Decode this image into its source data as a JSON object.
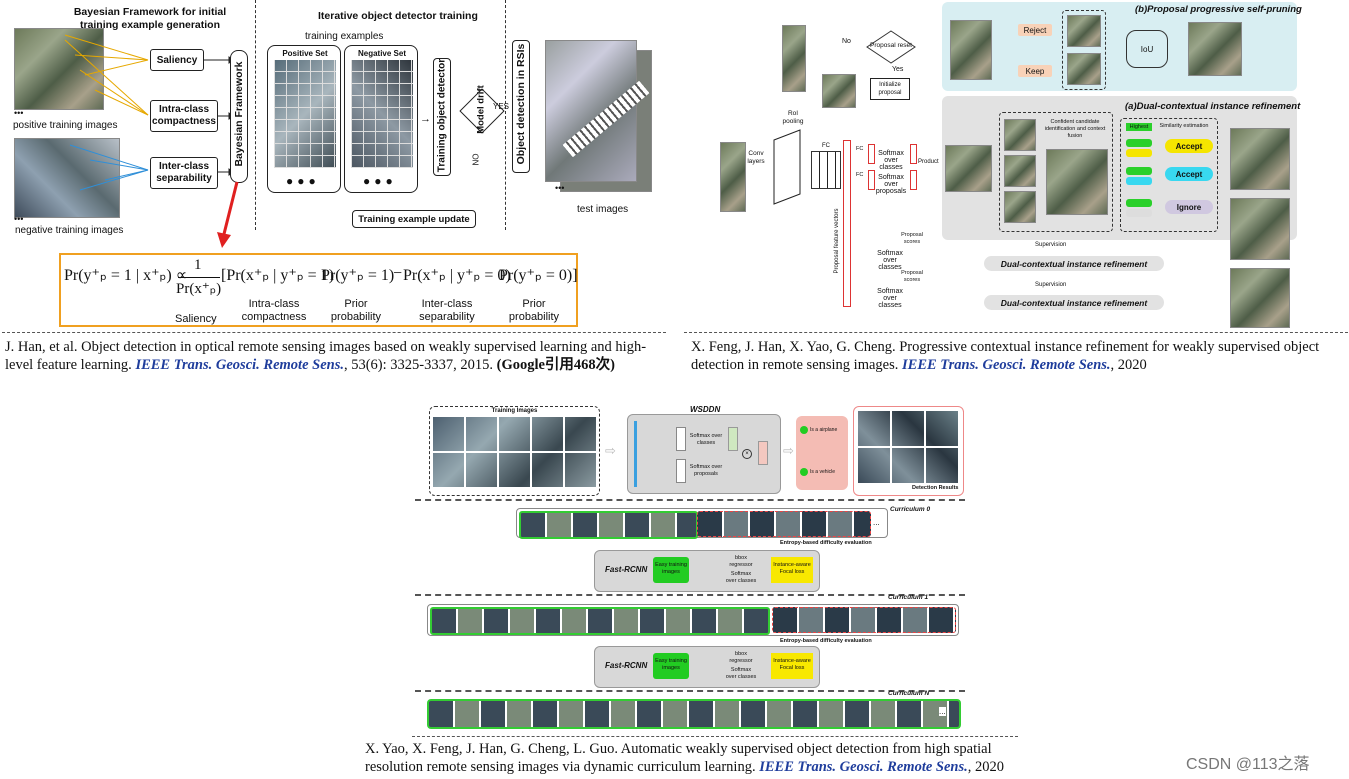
{
  "panel1": {
    "title_left": "Bayesian Framework for initial training example generation",
    "title_mid": "Iterative object detector training",
    "positive_training": "positive training images",
    "negative_training": "negative training images",
    "saliency": "Saliency",
    "intra_class": "Intra-class compactness",
    "inter_class": "Inter-class separability",
    "bayesian_framework": "Bayesian Framework",
    "training_examples": "training examples",
    "positive_set": "Positive Set",
    "negative_set": "Negative Set",
    "training_object_detector": "Training object detector",
    "model_drift": "Model drift",
    "yes": "YES",
    "no": "NO",
    "object_detection_rsis": "Object detection in RSIs",
    "training_update": "Training example update",
    "test_images": "test images",
    "formula": {
      "lhs": "Pr(y⁺ₚ = 1 | x⁺ₚ) ∝",
      "frac_num": "1",
      "frac_den": "Pr(x⁺ₚ)",
      "term1": "[Pr(x⁺ₚ | y⁺ₚ = 1)",
      "term2": "Pr(y⁺ₚ = 1)",
      "minus": "−",
      "term3": "Pr(x⁺ₚ | y⁺ₚ = 0)",
      "term4": "Pr(y⁺ₚ = 0)]",
      "lbl_saliency": "Saliency",
      "lbl_intra": "Intra-class compactness",
      "lbl_prior1": "Prior probability",
      "lbl_inter": "Inter-class separability",
      "lbl_prior2": "Prior probability"
    },
    "caption_a": "J. Han, et al. Object detection in optical remote sensing images based on weakly supervised learning and high-level feature learning. ",
    "caption_journal": "IEEE Trans. Geosci. Remote Sens.",
    "caption_b": ", 53(6): 3325-3337, 2015. ",
    "caption_c": "(Google引用468次)"
  },
  "panel2": {
    "title_b": "(b)Proposal progressive self-pruning",
    "title_a": "(a)Dual-contextual instance refinement",
    "no": "No",
    "yes": "Yes",
    "proposal_reset": "Proposal reset",
    "initialize_proposal": "Initialize proposal",
    "reject": "Reject",
    "keep": "Keep",
    "iou": "IoU",
    "roi_pooling": "RoI pooling",
    "conv_layers": "Conv layers",
    "fc": "FC",
    "fc_c": "FC",
    "fc_d": "FC",
    "softmax_classes": "Softmax over classes",
    "softmax_proposals": "Softmax over proposals",
    "product": "Product",
    "confident": "Confident candidate identification and context fusion",
    "highest": "Highest",
    "similarity": "Similarity estimation",
    "accept1": "Accept",
    "accept2": "Accept",
    "ignore": "Ignore",
    "proposal_feature_vectors": "Proposal feature vectors",
    "proposal_scores": "Proposal scores",
    "supervision": "Supervision",
    "dcir1": "Dual-contextual instance refinement",
    "dcir2": "Dual-contextual instance refinement",
    "caption_a": "X. Feng, J. Han, X. Yao, G. Cheng. Progressive contextual instance refinement for weakly supervised object detection in remote sensing images. ",
    "caption_journal": "IEEE Trans. Geosci. Remote Sens.",
    "caption_b": ", 2020"
  },
  "panel3": {
    "training_images": "Training Images",
    "wsddn": "WSDDN",
    "softmax_classes": "Softmax over classes",
    "softmax_proposals": "Softmax over proposals",
    "is_airplane": "Is a airplane",
    "is_vehicle": "Is a vehicle",
    "detection_results": "Detection Results",
    "curriculum0": "Curriculum 0",
    "curriculum1": "Curriculum 1",
    "curriculumN": "Curriculum N",
    "entropy": "Entropy-based difficulty evaluation",
    "fast_rcnn": "Fast-RCNN",
    "easy_training": "Easy training images",
    "bbox_regressor": "bbox regressor",
    "softmax_classes2": "Softmax over classes",
    "focal_loss": "Instance-aware Focal loss",
    "ellipsis": "...",
    "caption_a": "X. Yao, X. Feng, J. Han, G. Cheng, L. Guo. Automatic weakly supervised object detection from high spatial resolution remote sensing images via dynamic curriculum learning. ",
    "caption_journal": "IEEE Trans. Geosci. Remote Sens.",
    "caption_b": ", 2020"
  },
  "watermark": "CSDN @113之落",
  "colors": {
    "journal_blue": "#1f3d9c",
    "formula_border": "#f0a020",
    "pruning_bg": "#d8eef2",
    "refine_bg": "#e2e2e2",
    "reject_fill": "#f8d2b8",
    "accept_yellow": "#f5e500",
    "accept_cyan": "#38d8f0",
    "easy_green": "#22cc22",
    "focal_yellow": "#f8e800",
    "red_arrow": "#e02020"
  }
}
